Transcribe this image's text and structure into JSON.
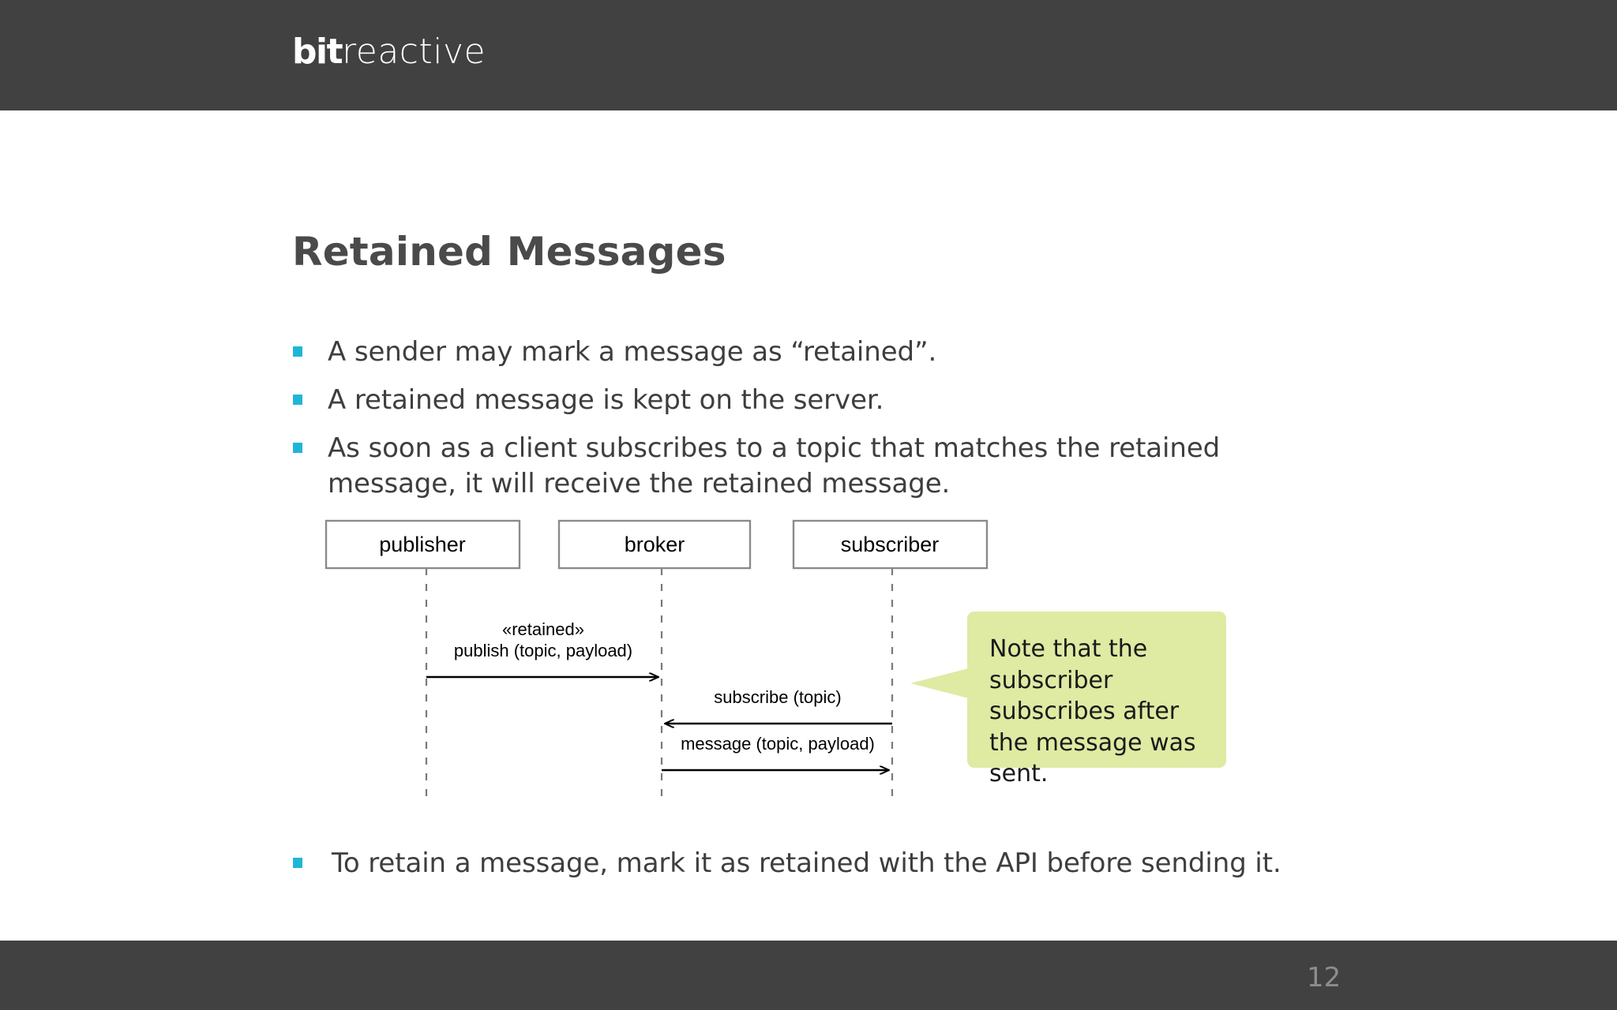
{
  "header": {
    "logo_bold": "bit",
    "logo_light": "reactive",
    "background_color": "#414141"
  },
  "footer": {
    "page_number": "12",
    "background_color": "#414141",
    "page_number_color": "#8d8d8d"
  },
  "slide": {
    "title": "Retained Messages",
    "title_color": "#4a4a4a",
    "accent_color": "#1fb6d6",
    "body_text_color": "#3e3e3e",
    "background_color": "#ffffff"
  },
  "bullets": [
    {
      "text": "A sender may mark a message as “retained”."
    },
    {
      "text": "A retained message is kept on the server."
    },
    {
      "text": "As soon as a client subscribes to a topic that matches the retained message, it will receive the retained message."
    }
  ],
  "bullet_last": {
    "text": "To retain a message, mark it as retained with the API before sending it."
  },
  "diagram": {
    "type": "sequence-diagram",
    "lifelines": [
      {
        "name": "publisher"
      },
      {
        "name": "broker"
      },
      {
        "name": "subscriber"
      }
    ],
    "messages": [
      {
        "stereotype": "«retained»",
        "label": "publish (topic, payload)",
        "from": "publisher",
        "to": "broker",
        "direction": "right"
      },
      {
        "stereotype": "",
        "label": "subscribe (topic)",
        "from": "subscriber",
        "to": "broker",
        "direction": "left"
      },
      {
        "stereotype": "",
        "label": "message (topic, payload)",
        "from": "broker",
        "to": "subscriber",
        "direction": "right"
      }
    ],
    "box_border_color": "#8a8a8a",
    "lifeline_color": "#7a7a7a",
    "arrow_color": "#000000"
  },
  "callout": {
    "text": "Note that the subscriber subscribes after the message was sent.",
    "background_color": "#dfeaa3",
    "text_color": "#1a1a1a",
    "points_to": "subscriber"
  }
}
